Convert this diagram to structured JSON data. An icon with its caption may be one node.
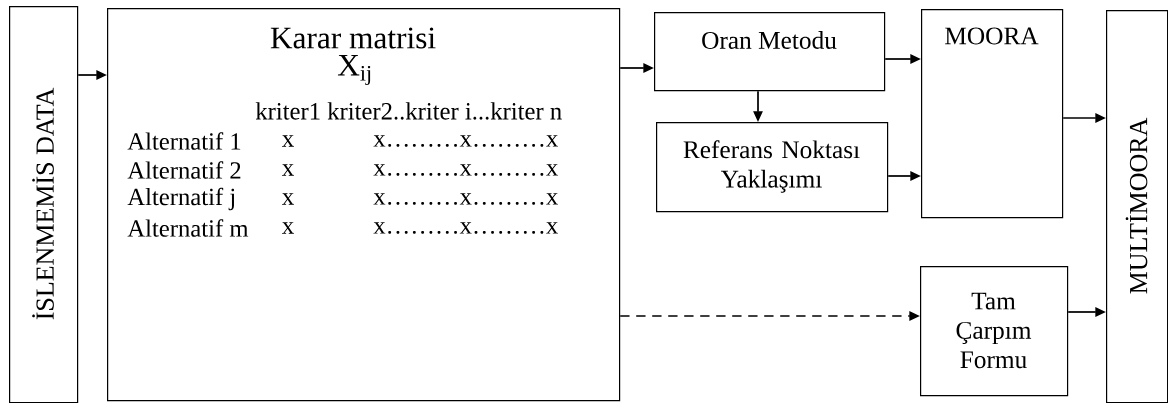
{
  "diagram": {
    "nodes": [
      {
        "text": [
          "İSLENMEMİS DATA"
        ]
      },
      {
        "text": [
          "Karar matrisi",
          "X$_{ij}$",
          "kriter1 kriter2..kriter i...kriter n",
          "Alternatif 1",
          "x",
          "x………x………x",
          "Alternatif 2",
          "x",
          "x………x………x",
          "Alternatif j",
          "x",
          "x………x………x",
          "Alternatif m",
          "x",
          "x………x………x"
        ]
      },
      {
        "text": [
          "Oran Metodu"
        ]
      },
      {
        "text": [
          "Referans Noktası Yaklaşımı"
        ]
      },
      {
        "text": [
          "MOORA"
        ]
      },
      {
        "text": [
          "Tam Çarpım Formu"
        ]
      },
      {
        "text": [
          "MULTİMOORA"
        ]
      }
    ],
    "edges": [
      {
        "from": 0,
        "to": 1,
        "arrow": "to"
      },
      {
        "from": 1,
        "to": 2,
        "arrow": "to"
      },
      {
        "from": 2,
        "to": 3,
        "arrow": "to"
      },
      {
        "from": 2,
        "to": 4,
        "arrow": "to"
      },
      {
        "from": 3,
        "to": 4,
        "arrow": "to"
      },
      {
        "from": 4,
        "to": 6,
        "arrow": "to"
      },
      {
        "from": 1,
        "to": 5,
        "arrow": "to",
        "style": "dashed"
      },
      {
        "from": 5,
        "to": 6,
        "arrow": "to"
      }
    ]
  }
}
